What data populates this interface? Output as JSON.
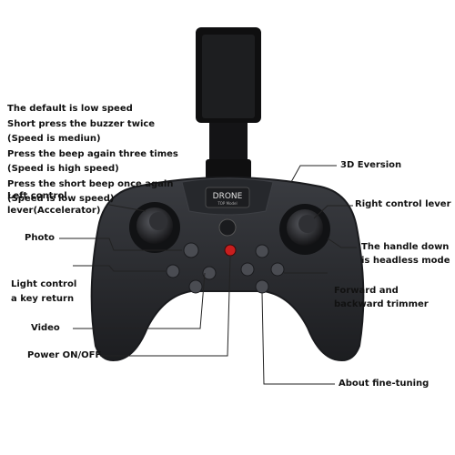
{
  "labels": {
    "speed_1": "The default is low speed",
    "speed_2": "Short press the buzzer twice",
    "speed_3": "(Speed is mediun)",
    "speed_4": "Press the beep again three times",
    "speed_5": "(Speed is high speed)",
    "speed_6": "Press the short beep once again",
    "speed_7": "(Speed is low speed)",
    "left_lever_1": "Left control",
    "left_lever_2": "lever(Accelerator)",
    "photo": "Photo",
    "light_1": "Light control",
    "light_2": "a key return",
    "video": "Video",
    "power": "Power ON/OFF",
    "eversion": "3D Eversion",
    "right_lever": "Right control lever",
    "headless_1": "The handle down",
    "headless_2": "is headless mode",
    "trimmer_1": "Forward and",
    "trimmer_2": "backward trimmer",
    "fine_tuning": "About fine-tuning"
  },
  "controller": {
    "logo_text": "DRONE",
    "logo_subtext": "TOP Model"
  },
  "colors": {
    "body": "#2b2d31",
    "body_edge": "#1a1b1e",
    "clamp": "#0f0f10",
    "leader_line": "#222222",
    "power_button": "#c81e1e"
  }
}
